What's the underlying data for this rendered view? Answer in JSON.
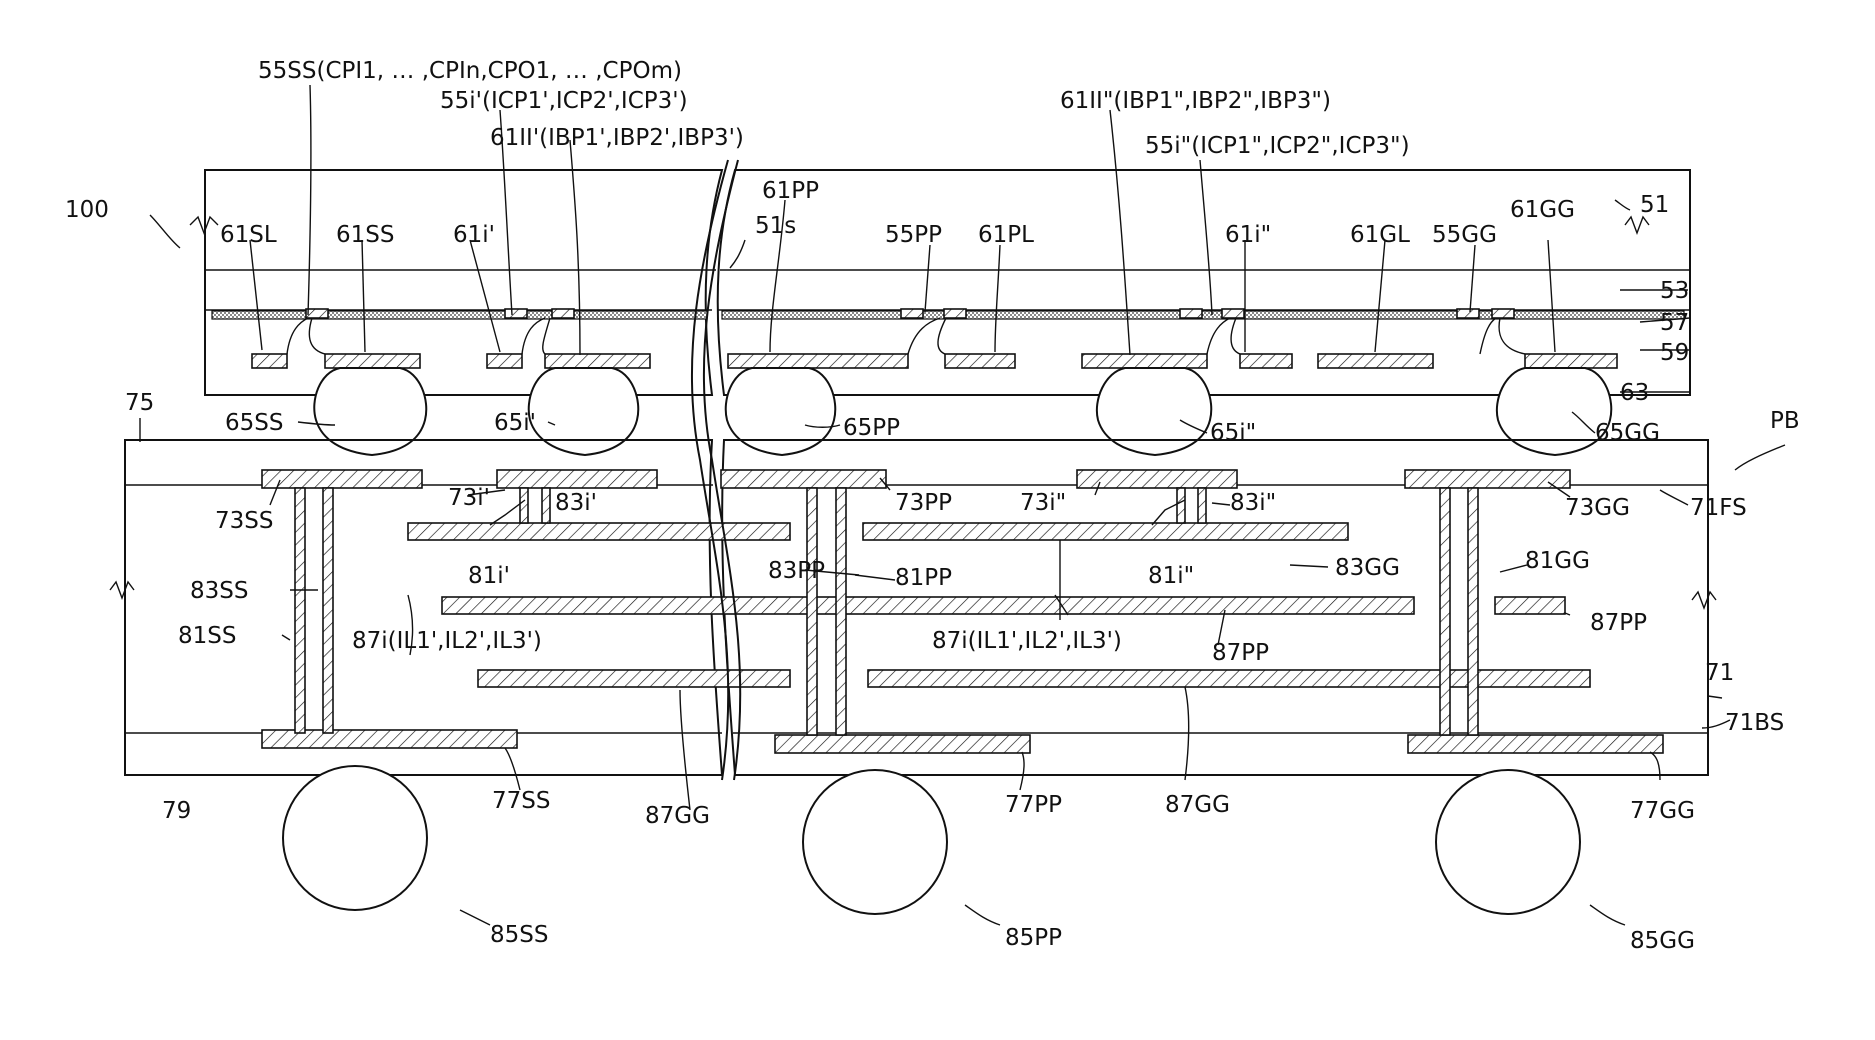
{
  "labels": {
    "l_55ss": "55SS(CPI1, … ,CPIn,CPO1, … ,CPOm)",
    "l_55i1": "55i'(ICP1',ICP2',ICP3')",
    "l_61ii1": "61II'(IBP1',IBP2',IBP3')",
    "l_61ii2": "61II\"(IBP1\",IBP2\",IBP3\")",
    "l_55i2": "55i\"(ICP1\",ICP2\",ICP3\")",
    "l_100": "100",
    "l_61sl": "61SL",
    "l_61ss": "61SS",
    "l_61i1": "61i'",
    "l_61pp": "61PP",
    "l_51s": "51s",
    "l_55pp": "55PP",
    "l_61pl": "61PL",
    "l_61i2": "61i\"",
    "l_61gl": "61GL",
    "l_55gg": "55GG",
    "l_61gg": "61GG",
    "l_51": "51",
    "l_53": "53",
    "l_57": "57",
    "l_59": "59",
    "l_63": "63",
    "l_pb": "PB",
    "l_75": "75",
    "l_65ss": "65SS",
    "l_65i1": "65i'",
    "l_65pp": "65PP",
    "l_65i2": "65i\"",
    "l_65gg": "65GG",
    "l_73ss": "73SS",
    "l_73i1": "73i'",
    "l_83i1": "83i'",
    "l_73pp": "73PP",
    "l_73i2": "73i\"",
    "l_83i2": "83i\"",
    "l_73gg": "73GG",
    "l_71fs": "71FS",
    "l_81i1": "81i'",
    "l_81i2": "81i\"",
    "l_83ss": "83SS",
    "l_83pp": "83PP",
    "l_81pp": "81PP",
    "l_83gg": "83GG",
    "l_81gg": "81GG",
    "l_81ss": "81SS",
    "l_87i1": "87i(IL1',IL2',IL3')",
    "l_87i2": "87i(IL1',IL2',IL3')",
    "l_87pp1": "87PP",
    "l_87pp2": "87PP",
    "l_71": "71",
    "l_71bs": "71BS",
    "l_79": "79",
    "l_77ss": "77SS",
    "l_87gg1": "87GG",
    "l_77pp": "77PP",
    "l_87gg2": "87GG",
    "l_77gg": "77GG",
    "l_85ss": "85SS",
    "l_85pp": "85PP",
    "l_85gg": "85GG"
  }
}
